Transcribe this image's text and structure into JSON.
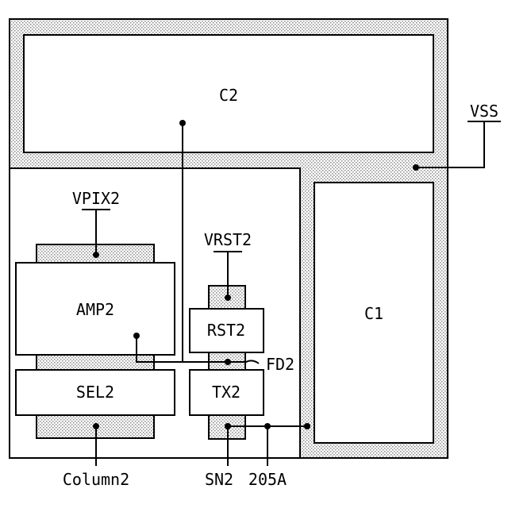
{
  "labels": {
    "c2": "C2",
    "c1": "C1",
    "vss": "VSS",
    "vpix2": "VPIX2",
    "vrst2": "VRST2",
    "amp2": "AMP2",
    "rst2": "RST2",
    "sel2": "SEL2",
    "tx2": "TX2",
    "fd2": "FD2",
    "column2": "Column2",
    "sn2": "SN2",
    "ref_205a": "205A"
  },
  "colors": {
    "line": "#000000",
    "dot_fill": "#9e9e9e",
    "background": "#ffffff"
  }
}
